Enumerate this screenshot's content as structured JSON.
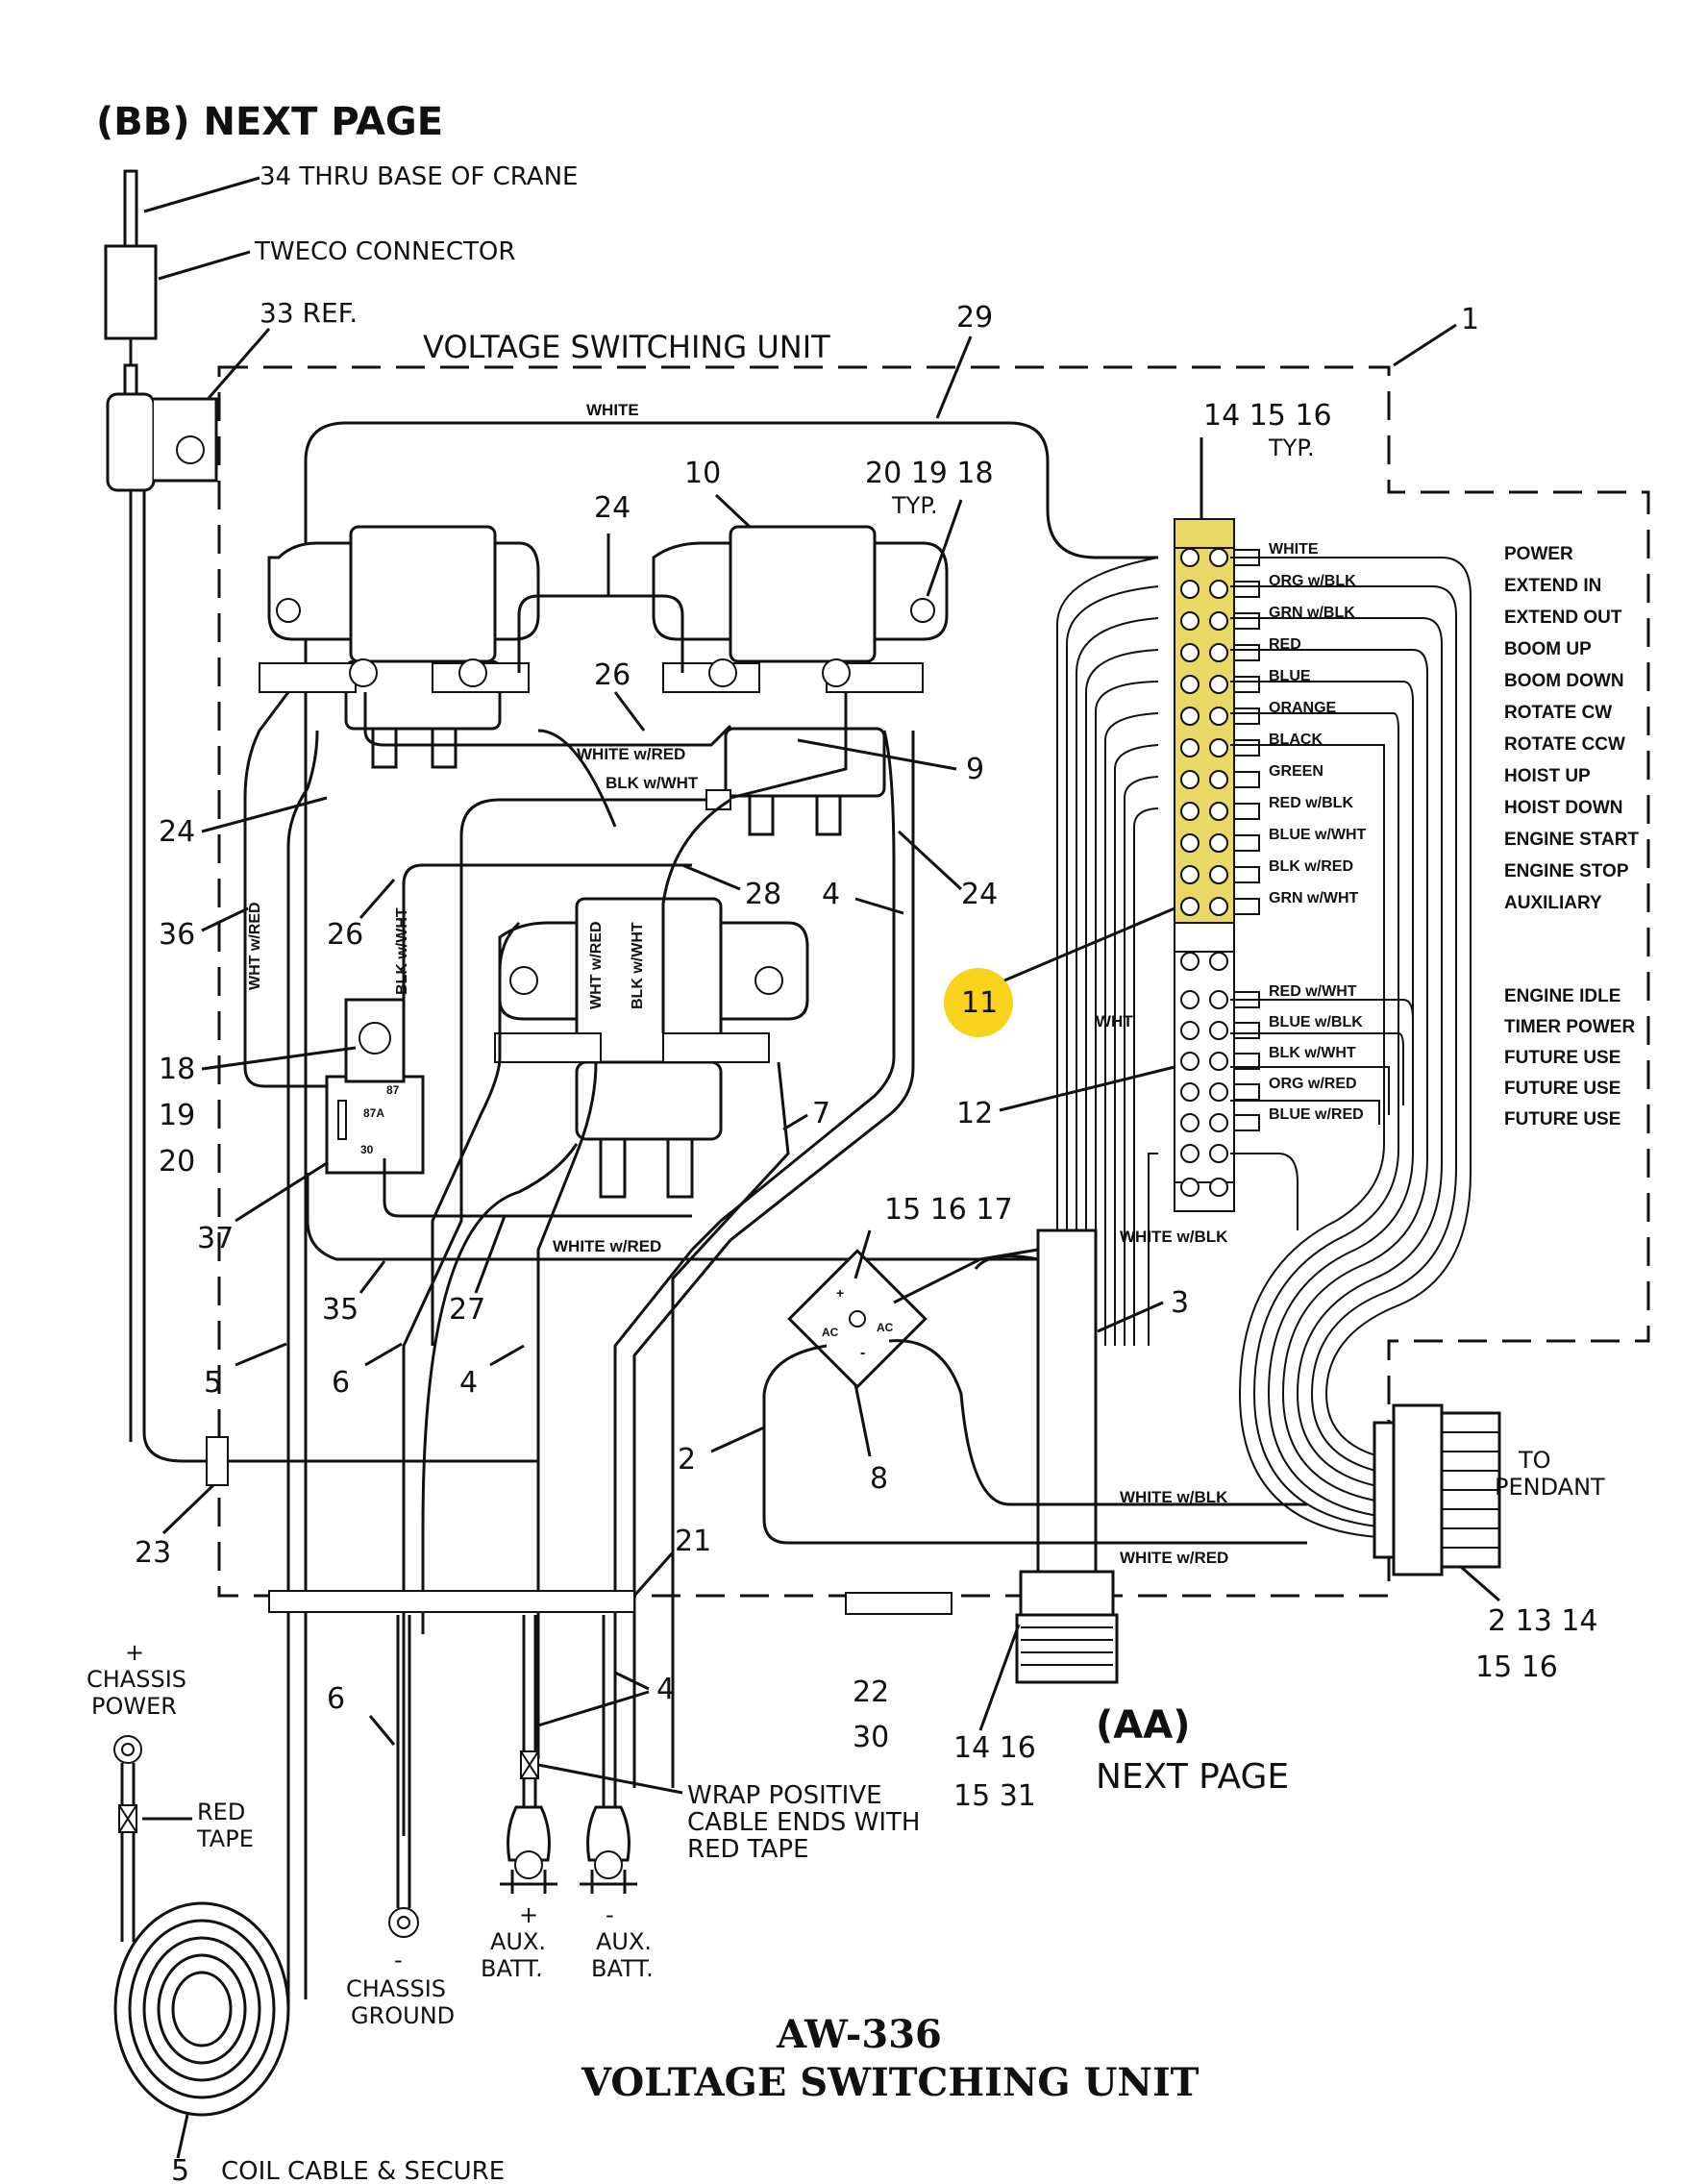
{
  "headers": {
    "bb_next_page": "(BB) NEXT PAGE",
    "aa_marker": "(AA)",
    "aa_next_page": "NEXT PAGE"
  },
  "callouts": {
    "thru_base": "34 THRU BASE OF CRANE",
    "tweco": "TWECO CONNECTOR",
    "ref33": "33 REF.",
    "unit_label": "VOLTAGE SWITCHING UNIT",
    "typ_14_15_16": "14 15 16",
    "typ1": "TYP.",
    "typ_20_19_18": "20 19 18",
    "typ2": "TYP.",
    "to_pendant_1": "TO",
    "to_pendant_2": "PENDANT",
    "wrap_1": "WRAP POSITIVE",
    "wrap_2": "CABLE ENDS WITH",
    "wrap_3": "RED TAPE",
    "chassis_power_1": "+",
    "chassis_power_2": "CHASSIS",
    "chassis_power_3": "POWER",
    "red_tape_1": "RED",
    "red_tape_2": "TAPE",
    "chassis_ground_1": "-",
    "chassis_ground_2": "CHASSIS",
    "chassis_ground_3": "GROUND",
    "aux_pos_1": "+",
    "aux_pos_2": "AUX.",
    "aux_pos_3": "BATT.",
    "aux_neg_1": "-",
    "aux_neg_2": "AUX.",
    "aux_neg_3": "BATT.",
    "coil": "COIL CABLE & SECURE",
    "coil_num": "5"
  },
  "part_numbers": {
    "n1": "1",
    "n29": "29",
    "n10": "10",
    "n24a": "24",
    "n26a": "26",
    "n9": "9",
    "n24b": "24",
    "n24c": "24",
    "n28": "28",
    "n4a": "4",
    "n36": "36",
    "n26b": "26",
    "n11": "11",
    "n18": "18",
    "n19": "19",
    "n20": "20",
    "n12": "12",
    "n7": "7",
    "n37": "37",
    "n35": "35",
    "n27": "27",
    "n151617": "15 16 17",
    "n3": "3",
    "n5": "5",
    "n6a": "6",
    "n4b": "4",
    "n2a": "2",
    "n8": "8",
    "n23": "23",
    "n21": "21",
    "n2_13_14": "2 13 14",
    "n15_16": "15 16",
    "n22": "22",
    "n30": "30",
    "n14_16": "14 16",
    "n15_31": "15 31",
    "n6b": "6",
    "n4c": "4"
  },
  "wire_labels": {
    "white_top": "WHITE",
    "white_w_red": "WHITE w/RED",
    "blk_w_wht": "BLK w/WHT",
    "wht_w_red_v": "WHT w/RED",
    "blk_w_wht_v": "BLK w/WHT",
    "wht_w_red_v2": "WHT w/RED",
    "blk_w_wht_v2": "BLK w/WHT",
    "white_w_red_2": "WHITE w/RED",
    "white_w_blk": "WHITE w/BLK",
    "white_w_blk_2": "WHITE w/BLK",
    "white_w_red_3": "WHITE w/RED",
    "wht": "WHT"
  },
  "terminal_wires": [
    {
      "color": "WHITE",
      "function": "POWER"
    },
    {
      "color": "ORG w/BLK",
      "function": "EXTEND IN"
    },
    {
      "color": "GRN w/BLK",
      "function": "EXTEND OUT"
    },
    {
      "color": "RED",
      "function": "BOOM UP"
    },
    {
      "color": "BLUE",
      "function": "BOOM DOWN"
    },
    {
      "color": "ORANGE",
      "function": "ROTATE CW"
    },
    {
      "color": "BLACK",
      "function": "ROTATE CCW"
    },
    {
      "color": "GREEN",
      "function": "HOIST UP"
    },
    {
      "color": "RED w/BLK",
      "function": "HOIST DOWN"
    },
    {
      "color": "BLUE w/WHT",
      "function": "ENGINE START"
    },
    {
      "color": "BLK w/RED",
      "function": "ENGINE STOP"
    },
    {
      "color": "GRN w/WHT",
      "function": "AUXILIARY"
    },
    {
      "color": "RED w/WHT",
      "function": "ENGINE IDLE"
    },
    {
      "color": "BLUE w/BLK",
      "function": "TIMER POWER"
    },
    {
      "color": "BLK w/WHT",
      "function": "FUTURE USE"
    },
    {
      "color": "ORG w/RED",
      "function": "FUTURE USE"
    },
    {
      "color": "BLUE w/RED",
      "function": "FUTURE USE"
    }
  ],
  "bridge_marks": {
    "plus": "+",
    "minus": "-",
    "ac1": "AC",
    "ac2": "AC"
  },
  "relay_marks": {
    "r87a": "87A",
    "r30": "30",
    "r87": "87"
  },
  "title": {
    "model": "AW-336",
    "name": "VOLTAGE SWITCHING UNIT"
  },
  "colors": {
    "highlight_yellow": "#f7d31c",
    "terminal_yellow": "#e9d866",
    "ink": "#111111"
  }
}
